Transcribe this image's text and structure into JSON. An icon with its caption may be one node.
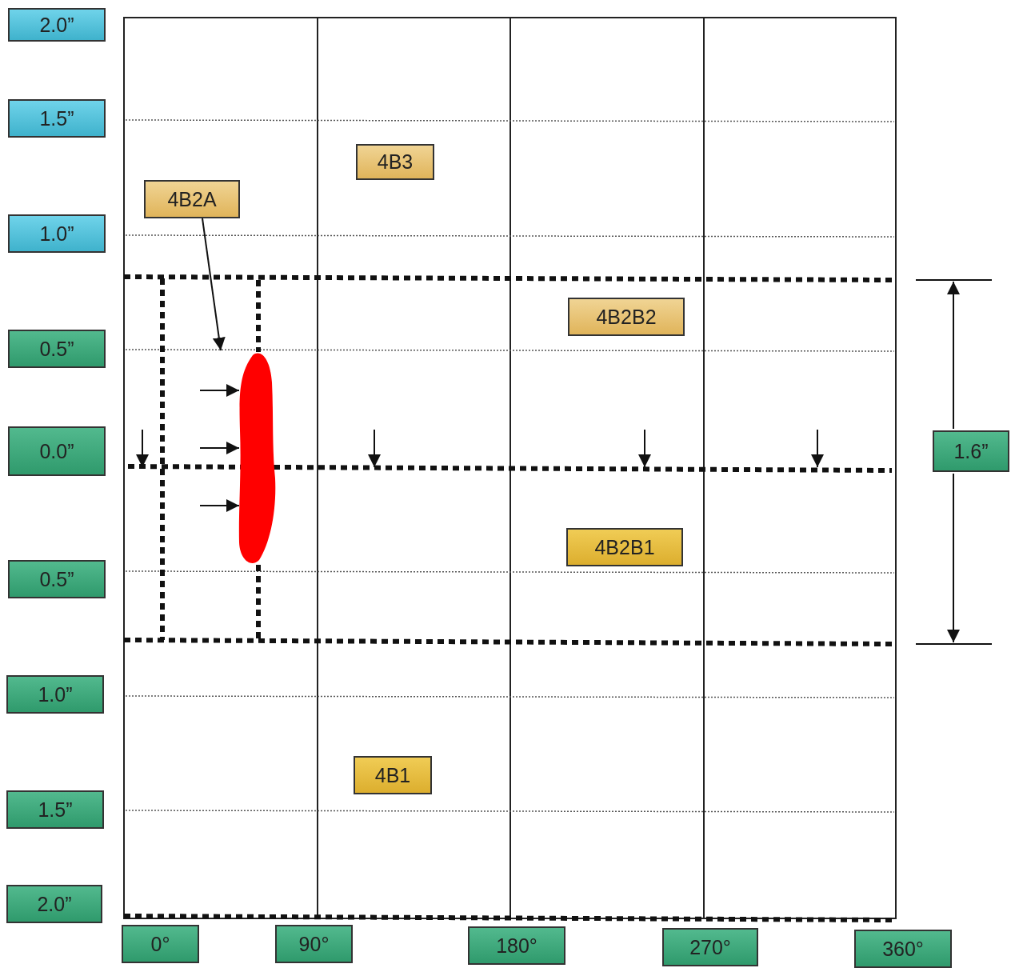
{
  "diagram": {
    "nodes": [
      {
        "text": [
          "2.0”"
        ]
      },
      {
        "text": [
          "1.5”"
        ]
      },
      {
        "text": [
          "4B3"
        ]
      },
      {
        "text": [
          "4B2A"
        ]
      },
      {
        "text": [
          "1.0”"
        ]
      },
      {
        "text": [
          "4B2B2"
        ]
      },
      {
        "text": [
          "0.5”"
        ]
      },
      {
        "text": [],
        "shape": "blob"
      },
      {
        "text": [
          "0.0”"
        ]
      },
      {
        "text": [
          "1.6”"
        ]
      },
      {
        "text": [
          "4B2B1"
        ]
      },
      {
        "text": [
          "0.5”"
        ]
      },
      {
        "text": [
          "1.0”"
        ]
      },
      {
        "text": [
          "4B1"
        ]
      },
      {
        "text": [
          "1.5”"
        ]
      },
      {
        "text": [
          "2.0”"
        ]
      },
      {
        "text": [
          "0°"
        ]
      },
      {
        "text": [
          "90°"
        ]
      },
      {
        "text": [
          "180°"
        ]
      },
      {
        "text": [
          "270°"
        ]
      },
      {
        "text": [
          "360°"
        ]
      }
    ],
    "edges": [
      {
        "from": 3,
        "to": 7,
        "arrow": "to"
      },
      {
        "from": null,
        "to": 7,
        "arrow": "to"
      },
      {
        "from": null,
        "to": 7,
        "arrow": "to"
      },
      {
        "from": null,
        "to": 7,
        "arrow": "to"
      }
    ]
  }
}
